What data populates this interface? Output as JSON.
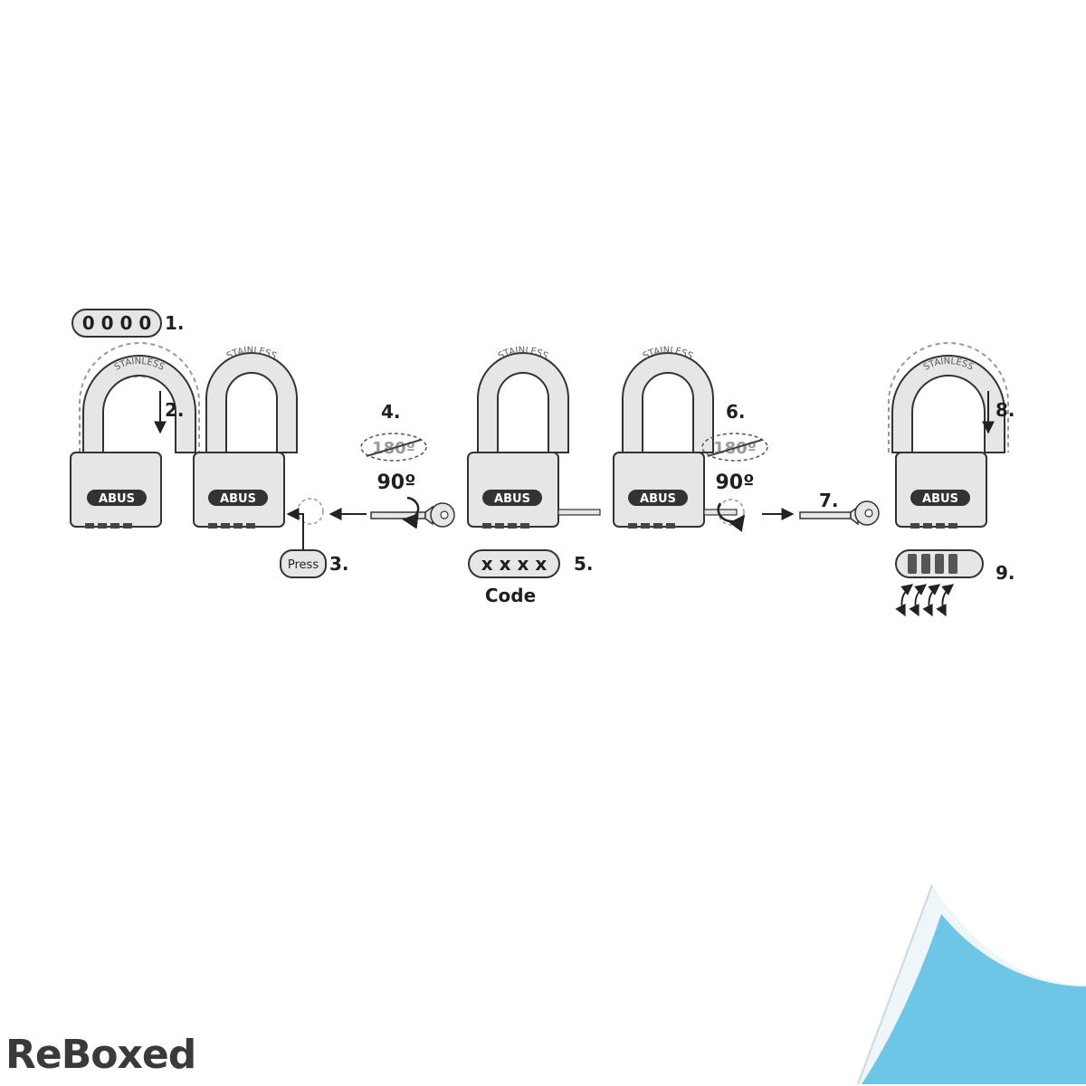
{
  "steps": {
    "s1": "1.",
    "s2": "2.",
    "s3": "3.",
    "s4": "4.",
    "s5": "5.",
    "s6": "6.",
    "s7": "7.",
    "s8": "8.",
    "s9": "9."
  },
  "dial_default": "0 0 0 0",
  "dial_code": "x x x x",
  "code_label": "Code",
  "press_label": "Press",
  "angle_crossed": "180º",
  "angle_ok": "90º",
  "brand": "ABUS",
  "shackle_text": "STAINLESS",
  "watermark": "ReBoxed",
  "colors": {
    "outline": "#333333",
    "body_fill": "#e6e6e6",
    "accent_blue": "#6ec6e6",
    "fold_light": "#eef6f9"
  }
}
